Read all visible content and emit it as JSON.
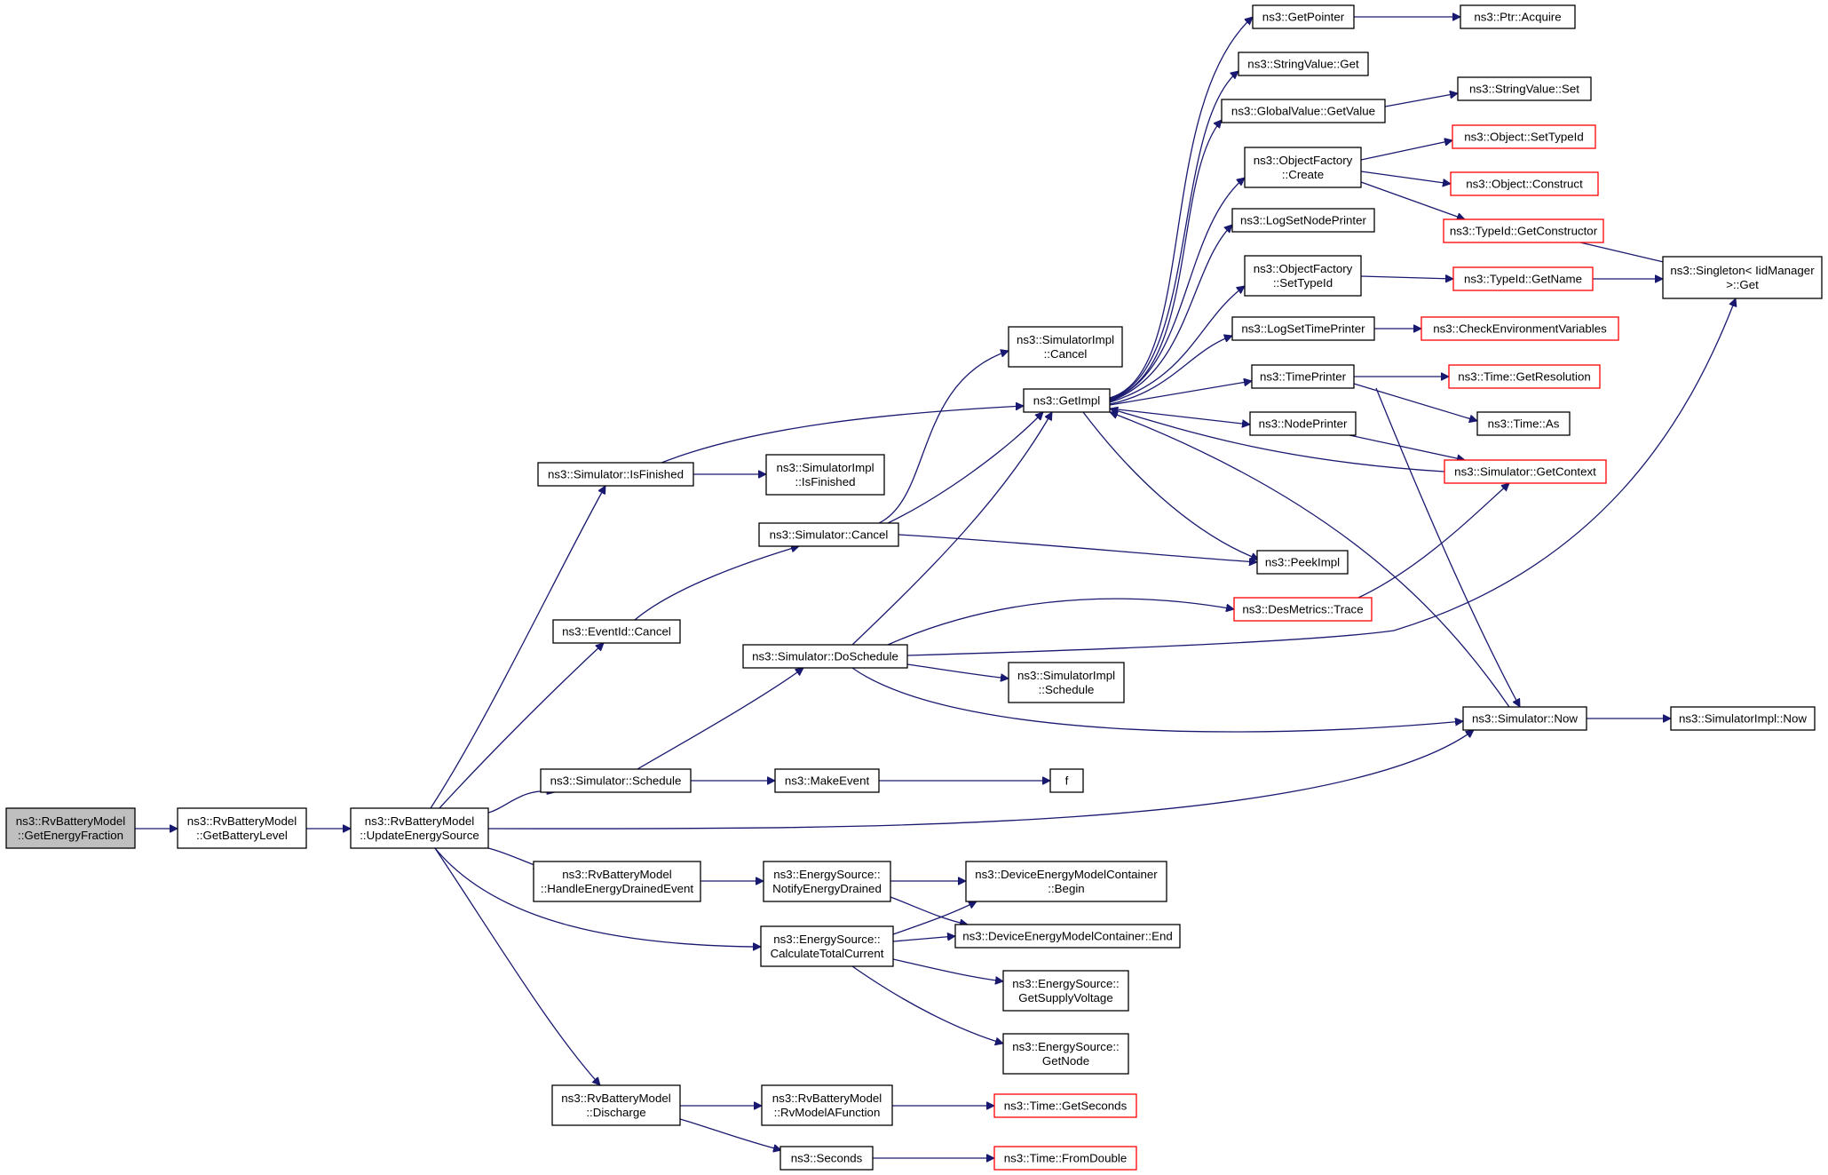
{
  "nodes": [
    {
      "id": "root",
      "lines": [
        "ns3::RvBatteryModel",
        "::GetEnergyFraction"
      ],
      "root": true
    },
    {
      "id": "getbatterylevel",
      "lines": [
        "ns3::RvBatteryModel",
        "::GetBatteryLevel"
      ]
    },
    {
      "id": "updateenergysource",
      "lines": [
        "ns3::RvBatteryModel",
        "::UpdateEnergySource"
      ]
    },
    {
      "id": "isfinished",
      "lines": [
        "ns3::Simulator::IsFinished"
      ]
    },
    {
      "id": "eventcancel",
      "lines": [
        "ns3::EventId::Cancel"
      ]
    },
    {
      "id": "schedule",
      "lines": [
        "ns3::Simulator::Schedule"
      ]
    },
    {
      "id": "handledrained",
      "lines": [
        "ns3::RvBatteryModel",
        "::HandleEnergyDrainedEvent"
      ]
    },
    {
      "id": "discharge",
      "lines": [
        "ns3::RvBatteryModel",
        "::Discharge"
      ]
    },
    {
      "id": "implisfinished",
      "lines": [
        "ns3::SimulatorImpl",
        "::IsFinished"
      ]
    },
    {
      "id": "simcancel",
      "lines": [
        "ns3::Simulator::Cancel"
      ]
    },
    {
      "id": "doschedule",
      "lines": [
        "ns3::Simulator::DoSchedule"
      ]
    },
    {
      "id": "makeevent",
      "lines": [
        "ns3::MakeEvent"
      ]
    },
    {
      "id": "notifydrained",
      "lines": [
        "ns3::EnergySource::",
        "NotifyEnergyDrained"
      ]
    },
    {
      "id": "calccurrent",
      "lines": [
        "ns3::EnergySource::",
        "CalculateTotalCurrent"
      ]
    },
    {
      "id": "rvmodelafunc",
      "lines": [
        "ns3::RvBatteryModel",
        "::RvModelAFunction"
      ]
    },
    {
      "id": "seconds",
      "lines": [
        "ns3::Seconds"
      ]
    },
    {
      "id": "implcancel",
      "lines": [
        "ns3::SimulatorImpl",
        "::Cancel"
      ]
    },
    {
      "id": "getimpl",
      "lines": [
        "ns3::GetImpl"
      ]
    },
    {
      "id": "implschedule",
      "lines": [
        "ns3::SimulatorImpl",
        "::Schedule"
      ]
    },
    {
      "id": "f",
      "lines": [
        "f"
      ]
    },
    {
      "id": "dembegin",
      "lines": [
        "ns3::DeviceEnergyModelContainer",
        "::Begin"
      ]
    },
    {
      "id": "demend",
      "lines": [
        "ns3::DeviceEnergyModelContainer::End"
      ]
    },
    {
      "id": "supplyvoltage",
      "lines": [
        "ns3::EnergySource::",
        "GetSupplyVoltage"
      ]
    },
    {
      "id": "getnode",
      "lines": [
        "ns3::EnergySource::",
        "GetNode"
      ]
    },
    {
      "id": "getseconds",
      "lines": [
        "ns3::Time::GetSeconds"
      ],
      "truncated": true
    },
    {
      "id": "fromdouble",
      "lines": [
        "ns3::Time::FromDouble"
      ],
      "truncated": true
    },
    {
      "id": "getpointer",
      "lines": [
        "ns3::GetPointer"
      ]
    },
    {
      "id": "stringvalueget",
      "lines": [
        "ns3::StringValue::Get"
      ]
    },
    {
      "id": "globalvalueget",
      "lines": [
        "ns3::GlobalValue::GetValue"
      ]
    },
    {
      "id": "ofcreate",
      "lines": [
        "ns3::ObjectFactory",
        "::Create"
      ]
    },
    {
      "id": "logsetnode",
      "lines": [
        "ns3::LogSetNodePrinter"
      ]
    },
    {
      "id": "ofsettypeid",
      "lines": [
        "ns3::ObjectFactory",
        "::SetTypeId"
      ]
    },
    {
      "id": "logsettime",
      "lines": [
        "ns3::LogSetTimePrinter"
      ]
    },
    {
      "id": "timeprinter",
      "lines": [
        "ns3::TimePrinter"
      ]
    },
    {
      "id": "nodeprinter",
      "lines": [
        "ns3::NodePrinter"
      ]
    },
    {
      "id": "peekimpl",
      "lines": [
        "ns3::PeekImpl"
      ]
    },
    {
      "id": "desmetrics",
      "lines": [
        "ns3::DesMetrics::Trace"
      ],
      "truncated": true
    },
    {
      "id": "simnow",
      "lines": [
        "ns3::Simulator::Now"
      ]
    },
    {
      "id": "ptracquire",
      "lines": [
        "ns3::Ptr::Acquire"
      ]
    },
    {
      "id": "stringvalueset",
      "lines": [
        "ns3::StringValue::Set"
      ]
    },
    {
      "id": "objsettypeid",
      "lines": [
        "ns3::Object::SetTypeId"
      ],
      "truncated": true
    },
    {
      "id": "objconstruct",
      "lines": [
        "ns3::Object::Construct"
      ],
      "truncated": true
    },
    {
      "id": "typeidgetctor",
      "lines": [
        "ns3::TypeId::GetConstructor"
      ],
      "truncated": true
    },
    {
      "id": "typeidgetname",
      "lines": [
        "ns3::TypeId::GetName"
      ],
      "truncated": true
    },
    {
      "id": "checkenv",
      "lines": [
        "ns3::CheckEnvironmentVariables"
      ],
      "truncated": true
    },
    {
      "id": "getresolution",
      "lines": [
        "ns3::Time::GetResolution"
      ],
      "truncated": true
    },
    {
      "id": "timeas",
      "lines": [
        "ns3::Time::As"
      ]
    },
    {
      "id": "getcontext",
      "lines": [
        "ns3::Simulator::GetContext"
      ],
      "truncated": true
    },
    {
      "id": "singleton",
      "lines": [
        "ns3::Singleton< IidManager",
        ">::Get"
      ]
    },
    {
      "id": "implnow",
      "lines": [
        "ns3::SimulatorImpl::Now"
      ]
    }
  ],
  "colors": {
    "edge": "#191970",
    "box_border": "#000000",
    "truncated_border": "#ff0000",
    "root_fill": "#bfbfbf",
    "background": "#ffffff"
  }
}
